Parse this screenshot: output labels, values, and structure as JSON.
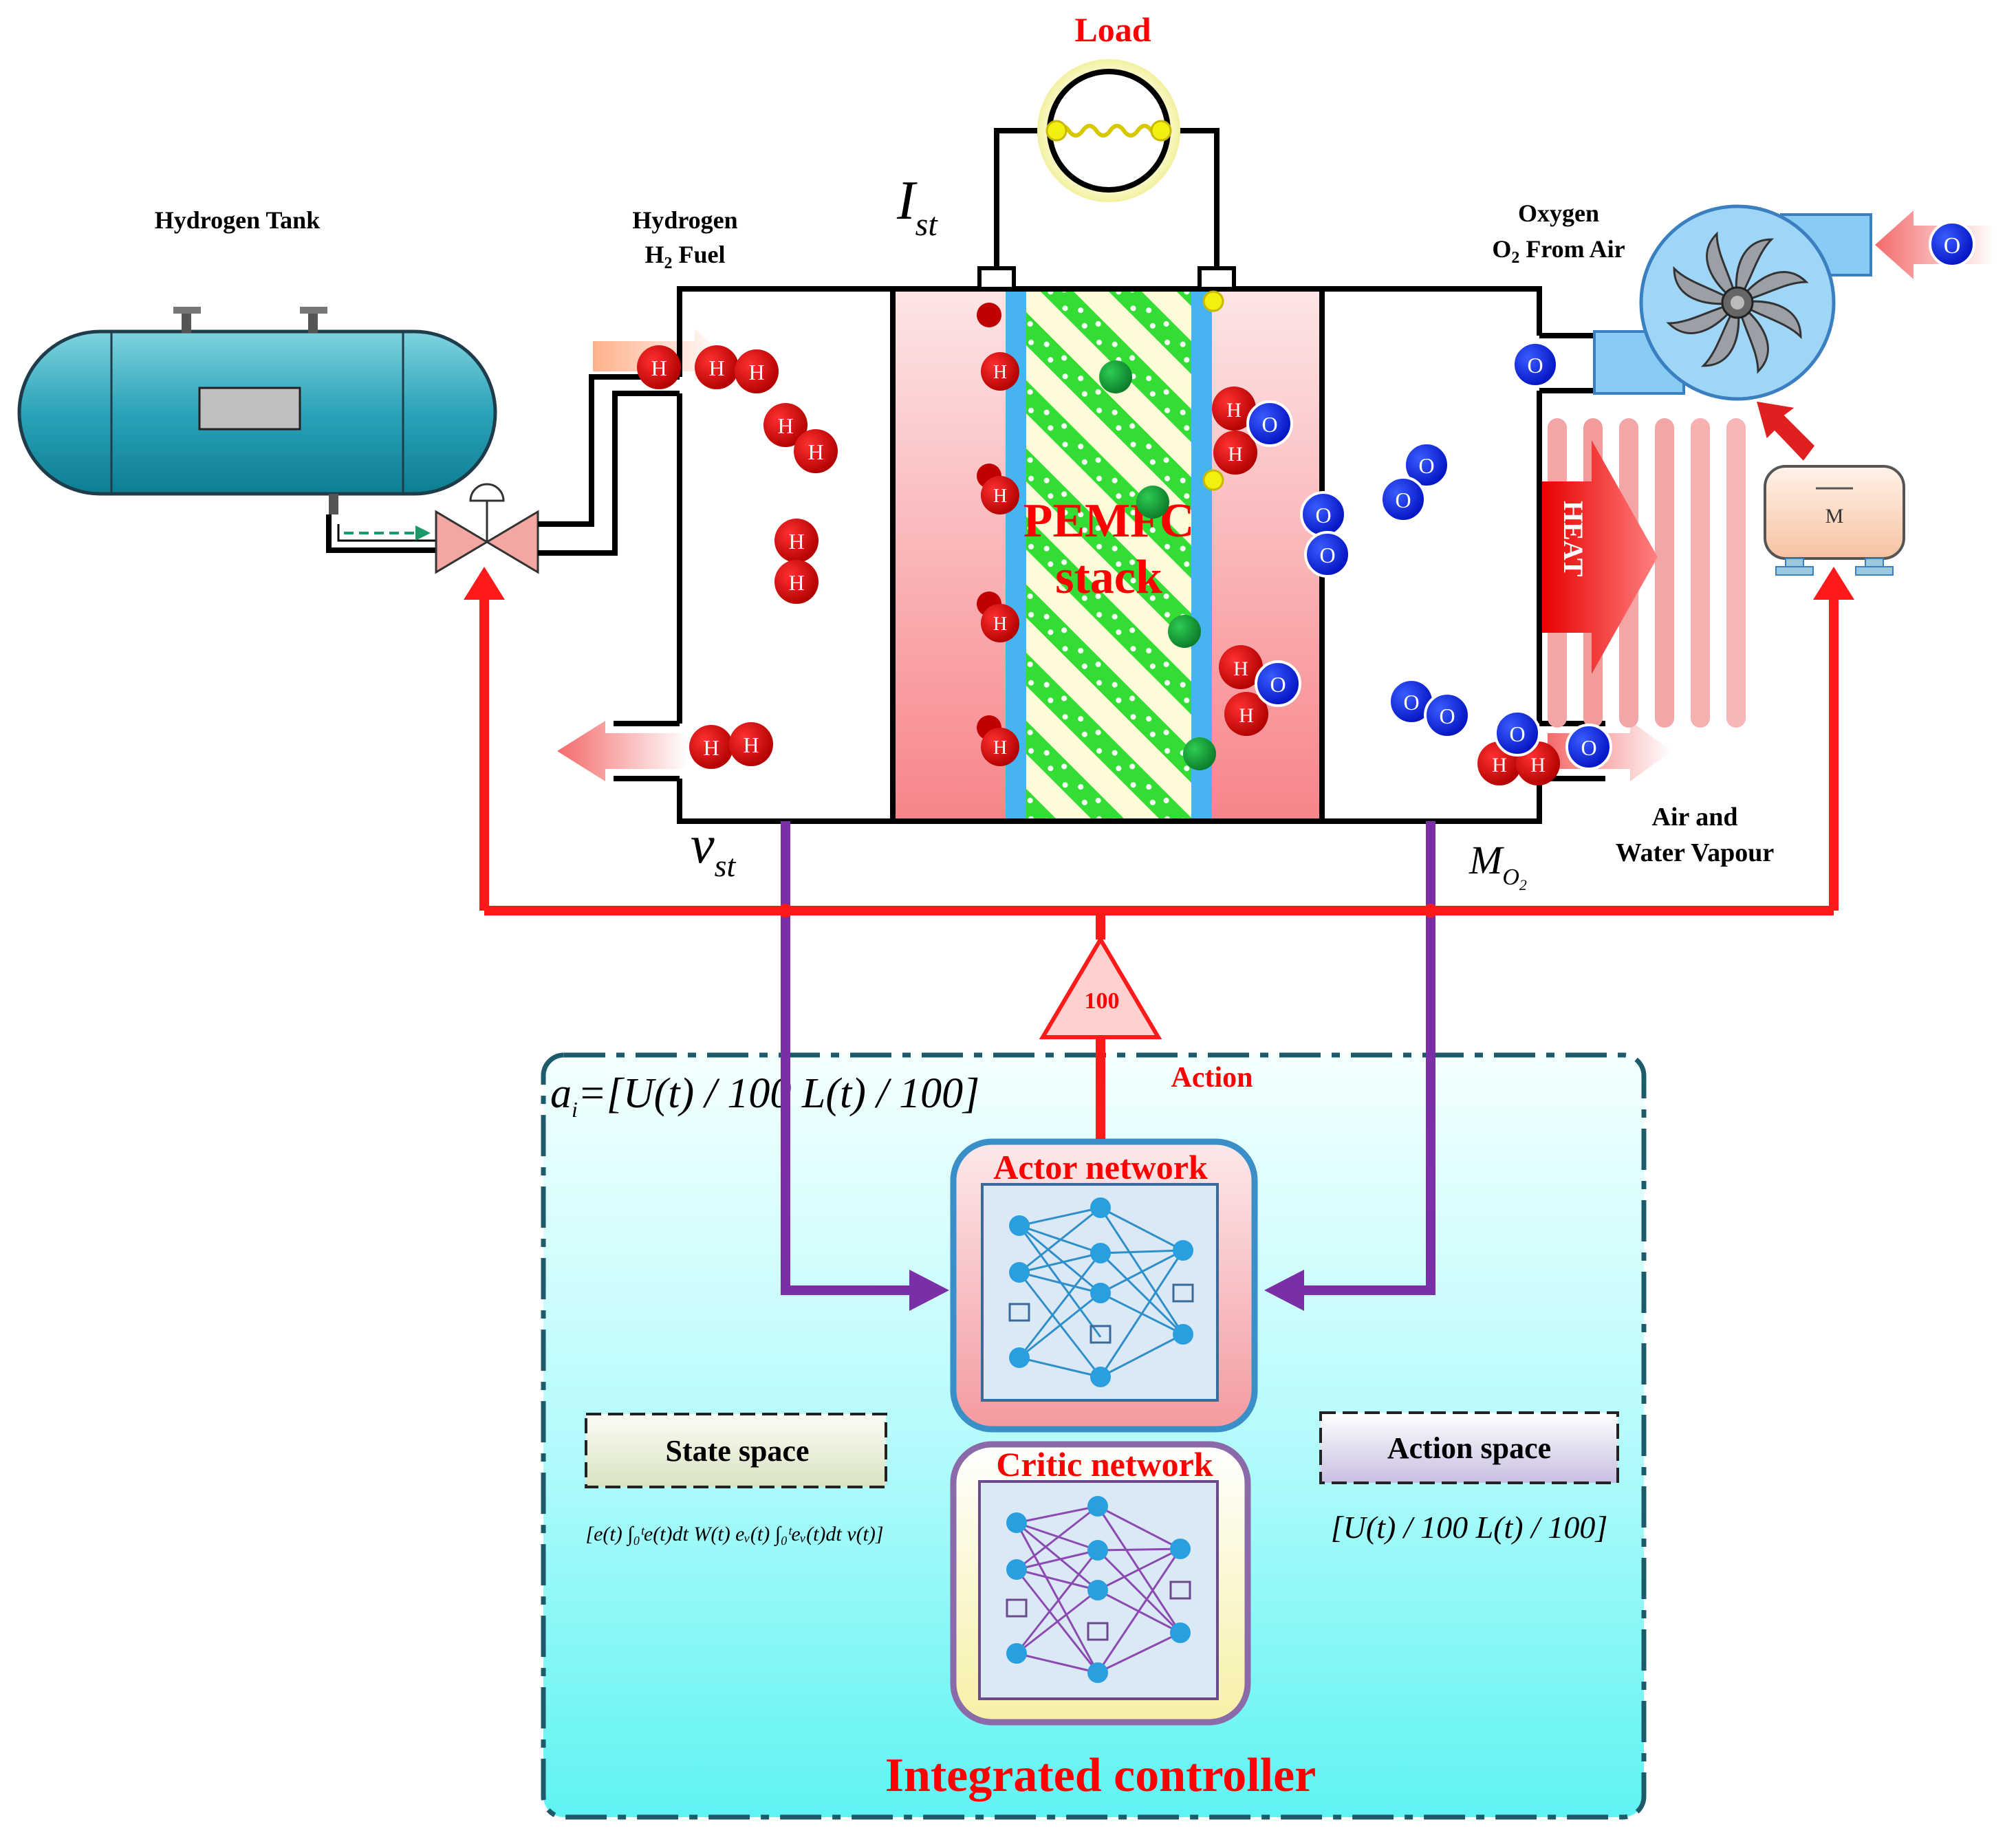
{
  "labels": {
    "load": "Load",
    "hydrogen_tank": "Hydrogen Tank",
    "hydrogen": "Hydrogen",
    "h2_fuel_prefix": "H",
    "h2_fuel_sub": "2",
    "h2_fuel_suffix": " Fuel",
    "oxygen": "Oxygen",
    "o2_prefix": "O",
    "o2_sub": "2",
    "o2_suffix": " From Air",
    "air_and": "Air and",
    "water_vapour": "Water Vapour",
    "heat": "HEAT",
    "motor": "M",
    "stack_line1": "PEMFC",
    "stack_line2": "stack",
    "gain": "100",
    "action": "Action",
    "actor_network": "Actor network",
    "critic_network": "Critic network",
    "state_space": "State space",
    "action_space": "Action space",
    "integrated_controller": "Integrated controller"
  },
  "symbols": {
    "ist_main": "I",
    "ist_sub": "st",
    "vst_main": "v",
    "vst_sub": "st",
    "mo2_main": "M",
    "mo2_sub": "O",
    "mo2_subsub": "2",
    "ai_lhs_main": "a",
    "ai_lhs_sub": "i",
    "ai_rhs": "=[U(t) / 100     L(t) / 100]",
    "action_vector": "[U(t) / 100   L(t) / 100]",
    "state_vector": "[e(t)  ∫₀ᵗe(t)dt  W(t)  eᵥ(t)  ∫₀ᵗeᵥ(t)dt  v(t)]"
  },
  "molecules": {
    "hydrogen_atom": "H",
    "oxygen_atom": "O"
  },
  "colors": {
    "control_signal": "#ff1a1a",
    "measurement_signal": "#7a2fa6",
    "title_red": "#ff0000",
    "hydrogen_atom": "#d40000",
    "oxygen_atom": "#0a14d8",
    "membrane_green": "#33dd33",
    "controller_box": "#7ff6f6"
  }
}
